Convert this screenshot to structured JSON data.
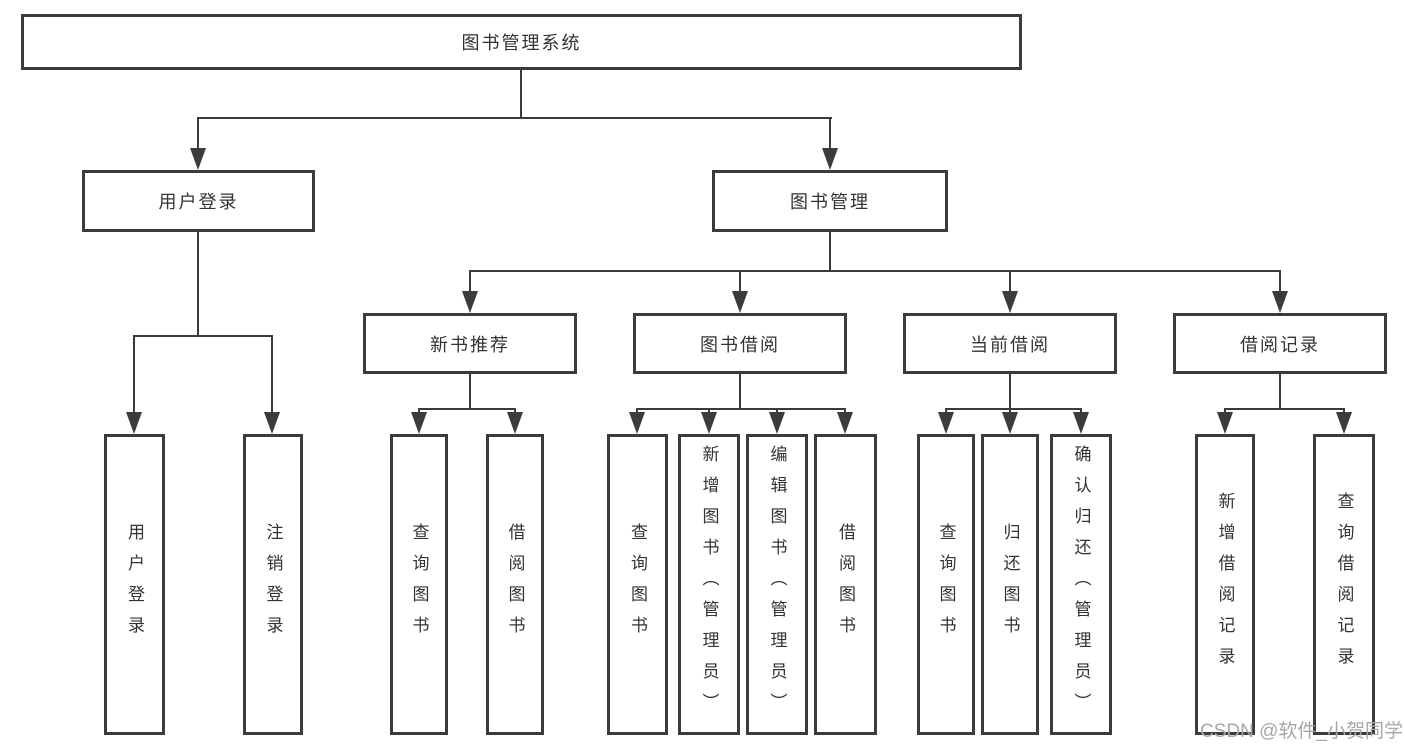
{
  "tree": {
    "root": {
      "label": "图书管理系统"
    },
    "branches": [
      {
        "label": "用户登录",
        "leaves": [
          {
            "label": "用户登录"
          },
          {
            "label": "注销登录"
          }
        ]
      },
      {
        "label": "图书管理",
        "groups": [
          {
            "label": "新书推荐",
            "leaves": [
              {
                "label": "查询图书"
              },
              {
                "label": "借阅图书"
              }
            ]
          },
          {
            "label": "图书借阅",
            "leaves": [
              {
                "label": "查询图书"
              },
              {
                "label": "新增图书（管理员）"
              },
              {
                "label": "编辑图书（管理员）"
              },
              {
                "label": "借阅图书"
              }
            ]
          },
          {
            "label": "当前借阅",
            "leaves": [
              {
                "label": "查询图书"
              },
              {
                "label": "归还图书"
              },
              {
                "label": "确认归还（管理员）"
              }
            ]
          },
          {
            "label": "借阅记录",
            "leaves": [
              {
                "label": "新增借阅记录"
              },
              {
                "label": "查询借阅记录"
              }
            ]
          }
        ]
      }
    ]
  },
  "watermark": {
    "text": "CSDN @软件_小贺同学"
  },
  "colors": {
    "line": "#3b3b3b",
    "text": "#333333",
    "background": "#ffffff",
    "watermark": "#a7a7a7"
  }
}
